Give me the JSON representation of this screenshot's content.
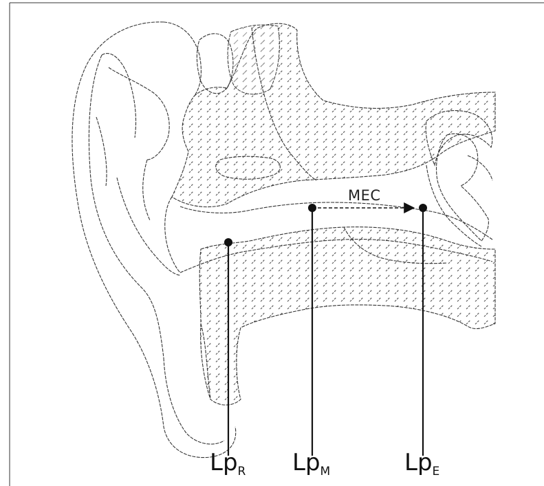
{
  "figure": {
    "annotation_label": "MEC",
    "points": [
      {
        "id": "R",
        "base": "Lp",
        "sub": "R"
      },
      {
        "id": "M",
        "base": "Lp",
        "sub": "M"
      },
      {
        "id": "E",
        "base": "Lp",
        "sub": "E"
      }
    ],
    "colors": {
      "line": "#111111",
      "outline": "#333333",
      "hatch": "#7a7a7a",
      "background": "#ffffff"
    }
  }
}
